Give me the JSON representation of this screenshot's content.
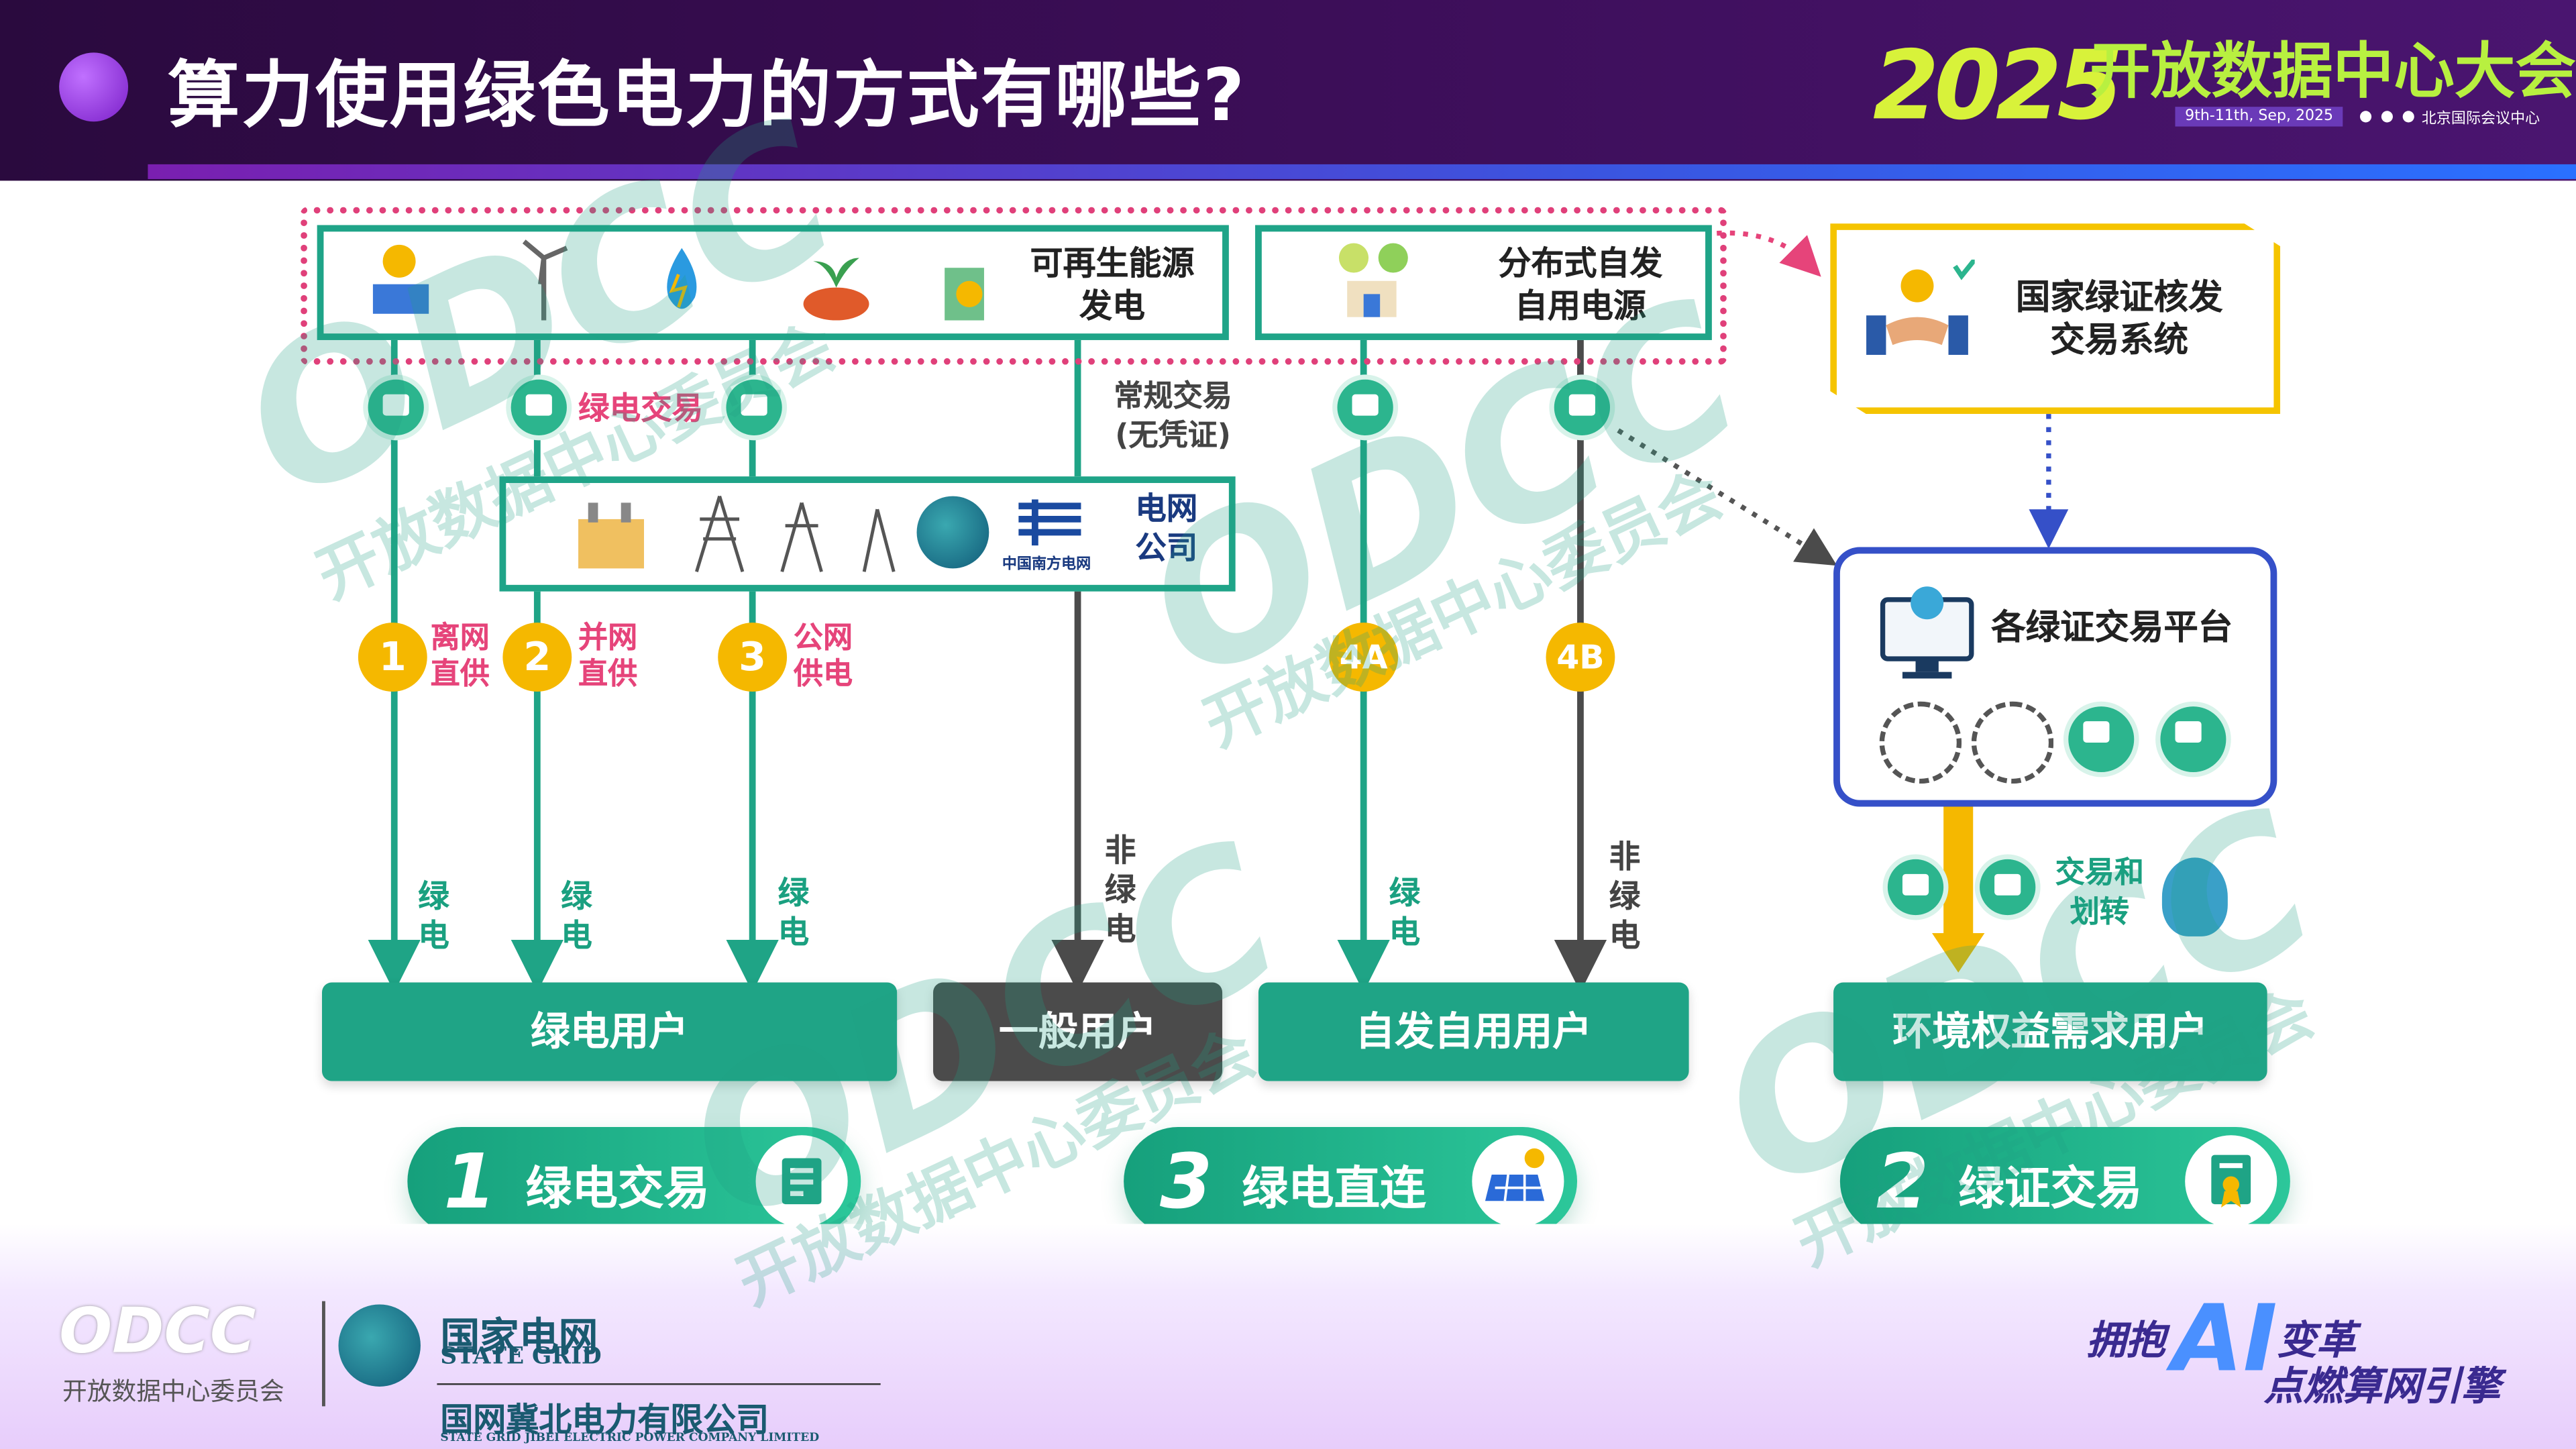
{
  "header": {
    "title": "算力使用绿色电力的方式有哪些?",
    "event_year": "2025",
    "event_name": "开放数据中心大会",
    "event_date": "9th-11th, Sep, 2025",
    "event_venue": "北京国际会议中心"
  },
  "diagram": {
    "renewable_label": "可再生能源\n发电",
    "distributed_label": "分布式自发\n自用电源",
    "cert_system_label": "国家绿证核发\n交易系统",
    "green_trade_label": "绿电交易",
    "conventional_label": "常规交易\n(无凭证)",
    "grid_label": "电网\n公司",
    "grid_logo_text": "中国南方电网",
    "platform_label": "各绿证交易平台",
    "transfer_label": "交易和\n划转",
    "routes": [
      {
        "num": "1",
        "label": "离网\n直供"
      },
      {
        "num": "2",
        "label": "并网\n直供"
      },
      {
        "num": "3",
        "label": "公网\n供电"
      },
      {
        "num": "4A",
        "label": ""
      },
      {
        "num": "4B",
        "label": ""
      }
    ],
    "flow_green": "绿\n电",
    "flow_nongreen": "非\n绿\n电",
    "users": [
      {
        "label": "绿电用户",
        "color": "#1fa486"
      },
      {
        "label": "一般用户",
        "color": "#4b4b4b"
      },
      {
        "label": "自发自用用户",
        "color": "#1fa486"
      },
      {
        "label": "环境权益需求用户",
        "color": "#1fa486"
      }
    ],
    "pills": [
      {
        "num": "1",
        "label": "绿电交易",
        "icon": "document-icon"
      },
      {
        "num": "3",
        "label": "绿电直连",
        "icon": "solar-panel-icon"
      },
      {
        "num": "2",
        "label": "绿证交易",
        "icon": "certificate-icon"
      }
    ]
  },
  "footer": {
    "odcc_logo": "ODCC",
    "odcc_sub": "开放数据中心委员会",
    "sg_name": "国家电网",
    "sg_en": "STATE GRID",
    "company": "国网冀北电力有限公司",
    "company_en": "STATE GRID JIBEI ELECTRIC POWER COMPANY LIMITED",
    "slogan_1": "拥抱",
    "slogan_ai": "AI",
    "slogan_2": "变革",
    "slogan_3": "点燃算网引擎"
  },
  "watermark": {
    "logo": "ODCC",
    "text": "开放数据中心委员会"
  },
  "colors": {
    "teal": "#1fa486",
    "pink": "#e6447a",
    "yellow": "#f5b800",
    "grey": "#4b4b4b",
    "blue": "#3550c8"
  }
}
